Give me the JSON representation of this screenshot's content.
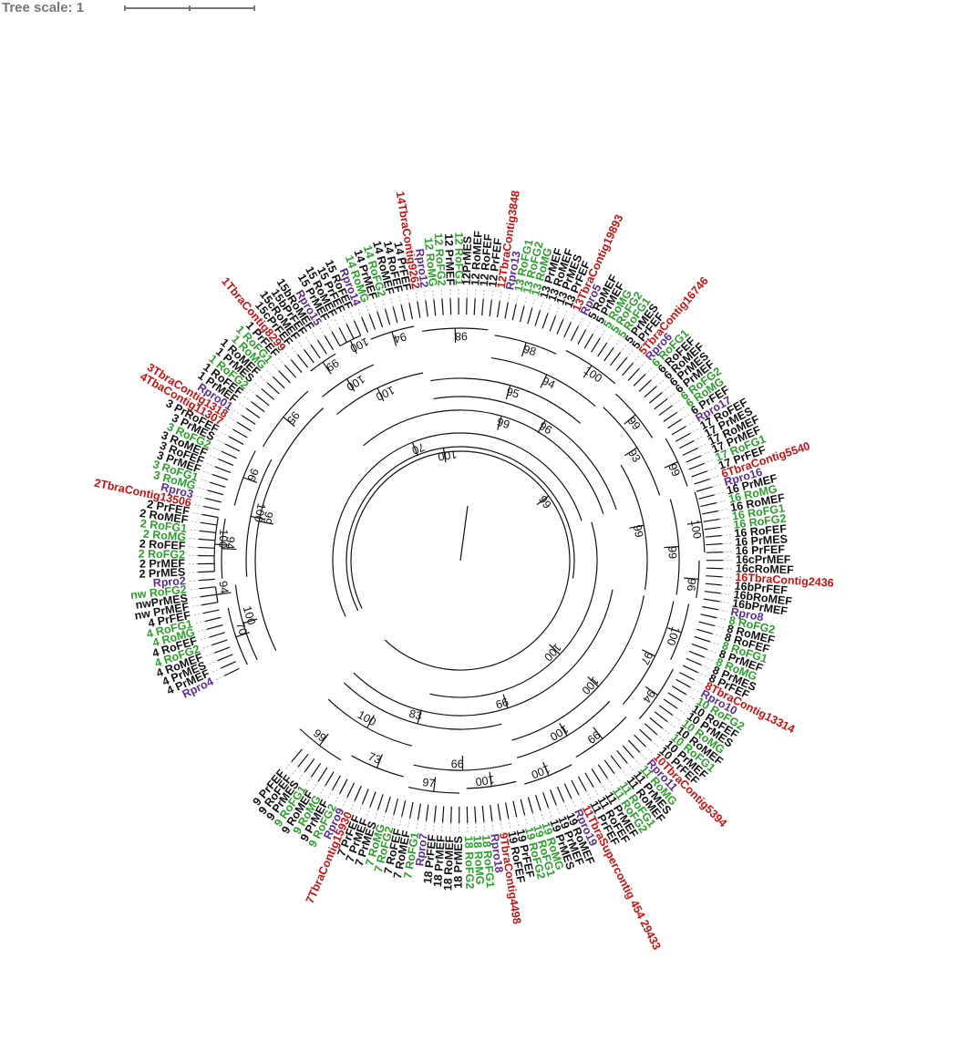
{
  "tree_scale": {
    "label": "Tree scale: 1"
  },
  "colors": {
    "black": "#111111",
    "green": "#2ca02c",
    "purple": "#5b2d91",
    "red": "#cc1111",
    "branch": "#111111",
    "guide": "#b3b3b3",
    "scale": "#777777"
  },
  "leaves": [
    {
      "label": "Rpro4",
      "color": "purple"
    },
    {
      "label": "4 PrMEF",
      "color": "black"
    },
    {
      "label": "4 PrMES",
      "color": "black"
    },
    {
      "label": "4 RoMEF",
      "color": "black"
    },
    {
      "label": "4 RoFG2",
      "color": "green"
    },
    {
      "label": "4 RoFEF",
      "color": "black"
    },
    {
      "label": "4 RoMG",
      "color": "green"
    },
    {
      "label": "4 RoFG1",
      "color": "green"
    },
    {
      "label": "4 PrFEF",
      "color": "black"
    },
    {
      "label": "nw PrMEF",
      "color": "black"
    },
    {
      "label": "nwPrMES",
      "color": "black"
    },
    {
      "label": "nw RoFG2",
      "color": "green"
    },
    {
      "label": "Rpro2",
      "color": "purple"
    },
    {
      "label": "2 PrMES",
      "color": "black"
    },
    {
      "label": "2 PrMEF",
      "color": "black"
    },
    {
      "label": "2 RoFG2",
      "color": "green"
    },
    {
      "label": "2 RoFEF",
      "color": "black"
    },
    {
      "label": "2 RoMG",
      "color": "green"
    },
    {
      "label": "2 RoFG1",
      "color": "green"
    },
    {
      "label": "2 RoMEF",
      "color": "black"
    },
    {
      "label": "2 PrFEF",
      "color": "black"
    },
    {
      "label": "2TbraContig13506",
      "color": "red"
    },
    {
      "label": "Rpro3",
      "color": "purple"
    },
    {
      "label": "3 RoMG",
      "color": "green"
    },
    {
      "label": "3 RoFG1",
      "color": "green"
    },
    {
      "label": "3 PrMEF",
      "color": "black"
    },
    {
      "label": "3 RoFEF",
      "color": "black"
    },
    {
      "label": "3 RoMEF",
      "color": "black"
    },
    {
      "label": "3 RoFG2",
      "color": "green"
    },
    {
      "label": "3 PrMES",
      "color": "black"
    },
    {
      "label": "3 PrRoFEF",
      "color": "black"
    },
    {
      "label": "4TbaContig11307",
      "color": "red"
    },
    {
      "label": "3TbraContig1318",
      "color": "red"
    },
    {
      "label": "Rpro01",
      "color": "purple"
    },
    {
      "label": "1 PrMEF",
      "color": "black"
    },
    {
      "label": "1 RoFEF",
      "color": "black"
    },
    {
      "label": "1 RoFG2",
      "color": "green"
    },
    {
      "label": "1 PrMES",
      "color": "black"
    },
    {
      "label": "1 RoMEF",
      "color": "black"
    },
    {
      "label": "1 RoMG",
      "color": "green"
    },
    {
      "label": "1 RoFG1",
      "color": "green"
    },
    {
      "label": "1 PrFEF",
      "color": "black"
    },
    {
      "label": "1TbraContig8299",
      "color": "red"
    },
    {
      "label": "15cPrFEF",
      "color": "black"
    },
    {
      "label": "15cRoMEF",
      "color": "black"
    },
    {
      "label": "15bPrFEF",
      "color": "black"
    },
    {
      "label": "15bRoMEF",
      "color": "black"
    },
    {
      "label": "Rpro15",
      "color": "purple"
    },
    {
      "label": "15 PrMEF",
      "color": "black"
    },
    {
      "label": "15 RoMEF",
      "color": "black"
    },
    {
      "label": "15 PrFEF",
      "color": "black"
    },
    {
      "label": "15 RoFEF",
      "color": "black"
    },
    {
      "label": "Rpro14",
      "color": "purple"
    },
    {
      "label": "14 RoMG",
      "color": "green"
    },
    {
      "label": "14 PrMEF",
      "color": "black"
    },
    {
      "label": "14 RoFG2",
      "color": "green"
    },
    {
      "label": "14 RoMEF",
      "color": "black"
    },
    {
      "label": "14 RoFEF",
      "color": "black"
    },
    {
      "label": "14 PrFEF",
      "color": "black"
    },
    {
      "label": "14TbraContig9262",
      "color": "red"
    },
    {
      "label": "Rpro12",
      "color": "purple"
    },
    {
      "label": "12 RoMG",
      "color": "green"
    },
    {
      "label": "12 RoFG2",
      "color": "green"
    },
    {
      "label": "12 PrMEF",
      "color": "black"
    },
    {
      "label": "12 RoFG1",
      "color": "green"
    },
    {
      "label": "12PrMES",
      "color": "black"
    },
    {
      "label": "12 RoMEF",
      "color": "black"
    },
    {
      "label": "12 RoFEF",
      "color": "black"
    },
    {
      "label": "12 PrFEF",
      "color": "black"
    },
    {
      "label": "12TbraContig3848",
      "color": "red"
    },
    {
      "label": "Rpro13",
      "color": "purple"
    },
    {
      "label": "13 RoFG1",
      "color": "green"
    },
    {
      "label": "13 RoFG2",
      "color": "green"
    },
    {
      "label": "13 RoMG",
      "color": "green"
    },
    {
      "label": "13 PrMEF",
      "color": "black"
    },
    {
      "label": "13 RoMEF",
      "color": "black"
    },
    {
      "label": "13 PrMES",
      "color": "black"
    },
    {
      "label": "13 PrFEF",
      "color": "black"
    },
    {
      "label": "13TbraContig19893",
      "color": "red"
    },
    {
      "label": "Rpro5",
      "color": "purple"
    },
    {
      "label": "5 RoMEF",
      "color": "black"
    },
    {
      "label": "5 PrMEF",
      "color": "black"
    },
    {
      "label": "5 RoMG",
      "color": "green"
    },
    {
      "label": "5 RoFG2",
      "color": "green"
    },
    {
      "label": "5 RoFG1",
      "color": "green"
    },
    {
      "label": "5 PrMES",
      "color": "black"
    },
    {
      "label": "5 PrFEF",
      "color": "black"
    },
    {
      "label": "5TbraContig16746",
      "color": "red"
    },
    {
      "label": "Rpro6",
      "color": "purple"
    },
    {
      "label": "6 RoFG1",
      "color": "green"
    },
    {
      "label": "6 RoFEF",
      "color": "black"
    },
    {
      "label": "6 RoMEF",
      "color": "black"
    },
    {
      "label": "6 PrMES",
      "color": "black"
    },
    {
      "label": "6 PrMEF",
      "color": "black"
    },
    {
      "label": "6 RoFG2",
      "color": "green"
    },
    {
      "label": "6 RoMG",
      "color": "green"
    },
    {
      "label": "6 PrFEF",
      "color": "black"
    },
    {
      "label": "Rpro17",
      "color": "purple"
    },
    {
      "label": "17 RoFEF",
      "color": "black"
    },
    {
      "label": "17 PrMES",
      "color": "black"
    },
    {
      "label": "17 RoMEF",
      "color": "black"
    },
    {
      "label": "17 PrMEF",
      "color": "black"
    },
    {
      "label": "17 RoFG1",
      "color": "green"
    },
    {
      "label": "17 PrFEF",
      "color": "black"
    },
    {
      "label": "6TbraContig5540",
      "color": "red"
    },
    {
      "label": "Rpro16",
      "color": "purple"
    },
    {
      "label": "16 PrMEF",
      "color": "black"
    },
    {
      "label": "16 RoMG",
      "color": "green"
    },
    {
      "label": "16 RoMEF",
      "color": "black"
    },
    {
      "label": "16 RoFG1",
      "color": "green"
    },
    {
      "label": "16 RoFG2",
      "color": "green"
    },
    {
      "label": "16 RoFEF",
      "color": "black"
    },
    {
      "label": "16 PrMES",
      "color": "black"
    },
    {
      "label": "16 PrFEF",
      "color": "black"
    },
    {
      "label": "16cPrMEF",
      "color": "black"
    },
    {
      "label": "16cRoMEF",
      "color": "black"
    },
    {
      "label": "16TbraContig2436",
      "color": "red"
    },
    {
      "label": "16bPrFEF",
      "color": "black"
    },
    {
      "label": "16bRoMEF",
      "color": "black"
    },
    {
      "label": "16bPrMEF",
      "color": "black"
    },
    {
      "label": "Rpro8",
      "color": "purple"
    },
    {
      "label": "8 RoFG2",
      "color": "green"
    },
    {
      "label": "8 RoMEF",
      "color": "black"
    },
    {
      "label": "8 RoFEF",
      "color": "black"
    },
    {
      "label": "8 RoFG1",
      "color": "green"
    },
    {
      "label": "8 PrMEF",
      "color": "black"
    },
    {
      "label": "8 RoMG",
      "color": "green"
    },
    {
      "label": "8 PrMES",
      "color": "black"
    },
    {
      "label": "8 PrFEF",
      "color": "black"
    },
    {
      "label": "8TbraContig13314",
      "color": "red"
    },
    {
      "label": "Rpro10",
      "color": "purple"
    },
    {
      "label": "10 RoFG2",
      "color": "green"
    },
    {
      "label": "10 RoFEF",
      "color": "black"
    },
    {
      "label": "10 PrMES",
      "color": "black"
    },
    {
      "label": "10 RoMG",
      "color": "green"
    },
    {
      "label": "10 RoMEF",
      "color": "black"
    },
    {
      "label": "10 RoFG1",
      "color": "green"
    },
    {
      "label": "10 PrMEF",
      "color": "black"
    },
    {
      "label": "10 PrFEF",
      "color": "black"
    },
    {
      "label": "10TbraContig5394",
      "color": "red"
    },
    {
      "label": "Rpro11",
      "color": "purple"
    },
    {
      "label": "11 RoMG",
      "color": "green"
    },
    {
      "label": "11 PrMES",
      "color": "black"
    },
    {
      "label": "11 RoMEF",
      "color": "black"
    },
    {
      "label": "11 RoFG1",
      "color": "green"
    },
    {
      "label": "11 RoFG2",
      "color": "green"
    },
    {
      "label": "11 PrMEF",
      "color": "black"
    },
    {
      "label": "11 RoFEF",
      "color": "black"
    },
    {
      "label": "11 PrFEF",
      "color": "black"
    },
    {
      "label": "11TbraSupercontig 454 29433",
      "color": "red"
    },
    {
      "label": "Rpro19",
      "color": "purple"
    },
    {
      "label": "19 RoMEF",
      "color": "black"
    },
    {
      "label": "19 PrMEF",
      "color": "black"
    },
    {
      "label": "19 PrMES",
      "color": "black"
    },
    {
      "label": "19 RoMG",
      "color": "green"
    },
    {
      "label": "19 RoFG1",
      "color": "green"
    },
    {
      "label": "19 RoFG2",
      "color": "green"
    },
    {
      "label": "19 PrFEF",
      "color": "black"
    },
    {
      "label": "19 RoFEF",
      "color": "black"
    },
    {
      "label": "9TbraContig4498",
      "color": "red"
    },
    {
      "label": "Rpro18",
      "color": "purple"
    },
    {
      "label": "18 RoFG1",
      "color": "green"
    },
    {
      "label": "18 RoMG",
      "color": "green"
    },
    {
      "label": "18 RoFG2",
      "color": "green"
    },
    {
      "label": "18 PrMES",
      "color": "black"
    },
    {
      "label": "18 RoMEF",
      "color": "black"
    },
    {
      "label": "18 PrMEF",
      "color": "black"
    },
    {
      "label": "18 PrFEF",
      "color": "black"
    },
    {
      "label": "Rpro7",
      "color": "purple"
    },
    {
      "label": "7 RoFG1",
      "color": "green"
    },
    {
      "label": "7 RoMEF",
      "color": "black"
    },
    {
      "label": "7 RoFEF",
      "color": "black"
    },
    {
      "label": "7 RoFG2",
      "color": "green"
    },
    {
      "label": "7 RoMG",
      "color": "green"
    },
    {
      "label": "7 PrMES",
      "color": "black"
    },
    {
      "label": "7 PrMEF",
      "color": "black"
    },
    {
      "label": "7 PrFEF",
      "color": "black"
    },
    {
      "label": "7TbraContig15930",
      "color": "red"
    },
    {
      "label": "Rpro9",
      "color": "purple"
    },
    {
      "label": "9 RoFG2",
      "color": "green"
    },
    {
      "label": "9 PrMEF",
      "color": "black"
    },
    {
      "label": "9 RoMG",
      "color": "green"
    },
    {
      "label": "9 RoMEF",
      "color": "black"
    },
    {
      "label": "9 RoFG1",
      "color": "green"
    },
    {
      "label": "9 PrMES",
      "color": "black"
    },
    {
      "label": "9 RoFEF",
      "color": "black"
    },
    {
      "label": "9 PrFEF",
      "color": "black"
    }
  ],
  "bootstrap_values": [
    "70",
    "94",
    "100",
    "94",
    "100",
    "96",
    "100",
    "95",
    "99",
    "100",
    "99",
    "100",
    "94",
    "98",
    "100",
    "98",
    "100",
    "94",
    "95",
    "99",
    "93",
    "99",
    "96",
    "99",
    "100",
    "96",
    "99",
    "99",
    "100",
    "97",
    "94",
    "99",
    "100",
    "100",
    "100",
    "97",
    "99",
    "100",
    "70",
    "100",
    "73",
    "99",
    "100",
    "83",
    "99",
    "99",
    "100"
  ]
}
